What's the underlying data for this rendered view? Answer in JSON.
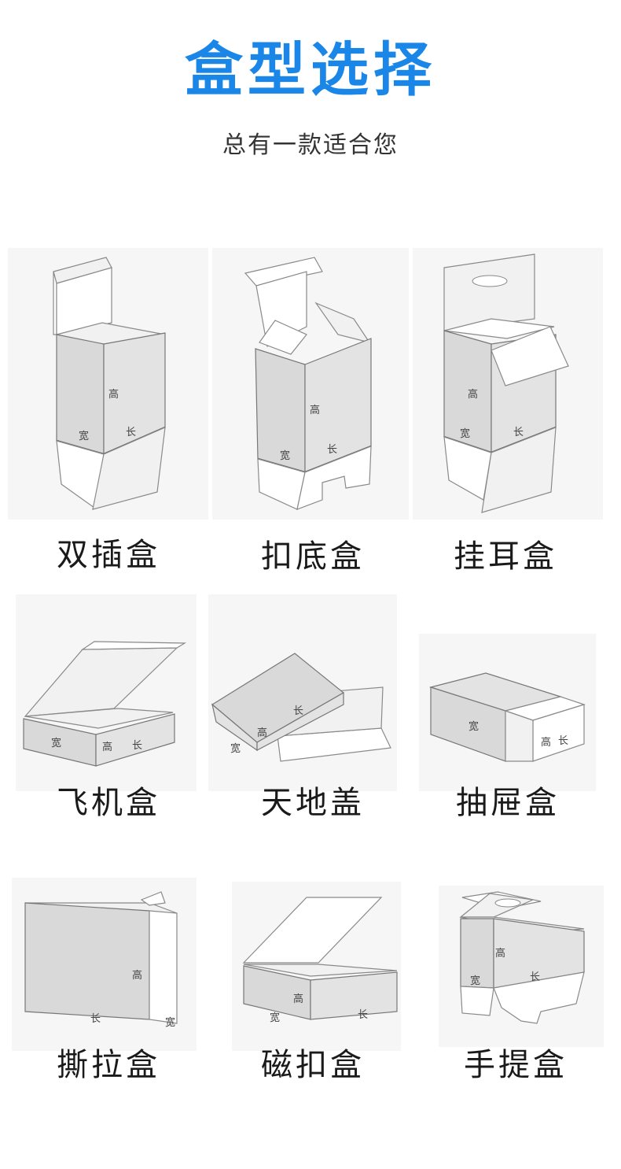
{
  "header": {
    "title": "盒型选择",
    "subtitle": "总有一款适合您"
  },
  "dimension_labels": {
    "height": "高",
    "width": "宽",
    "length": "长"
  },
  "box_types": [
    {
      "label": "双插盒",
      "icon": "double-tuck-box-icon"
    },
    {
      "label": "扣底盒",
      "icon": "snap-lock-bottom-box-icon"
    },
    {
      "label": "挂耳盒",
      "icon": "hang-tab-box-icon"
    },
    {
      "label": "飞机盒",
      "icon": "mailer-box-icon"
    },
    {
      "label": "天地盖",
      "icon": "lid-and-base-box-icon"
    },
    {
      "label": "抽屉盒",
      "icon": "drawer-box-icon"
    },
    {
      "label": "撕拉盒",
      "icon": "tear-strip-box-icon"
    },
    {
      "label": "磁扣盒",
      "icon": "magnetic-box-icon"
    },
    {
      "label": "手提盒",
      "icon": "handle-box-icon"
    }
  ],
  "colors": {
    "title": "#1a86e8",
    "subtitle": "#333333",
    "caption": "#1a1a1a"
  }
}
